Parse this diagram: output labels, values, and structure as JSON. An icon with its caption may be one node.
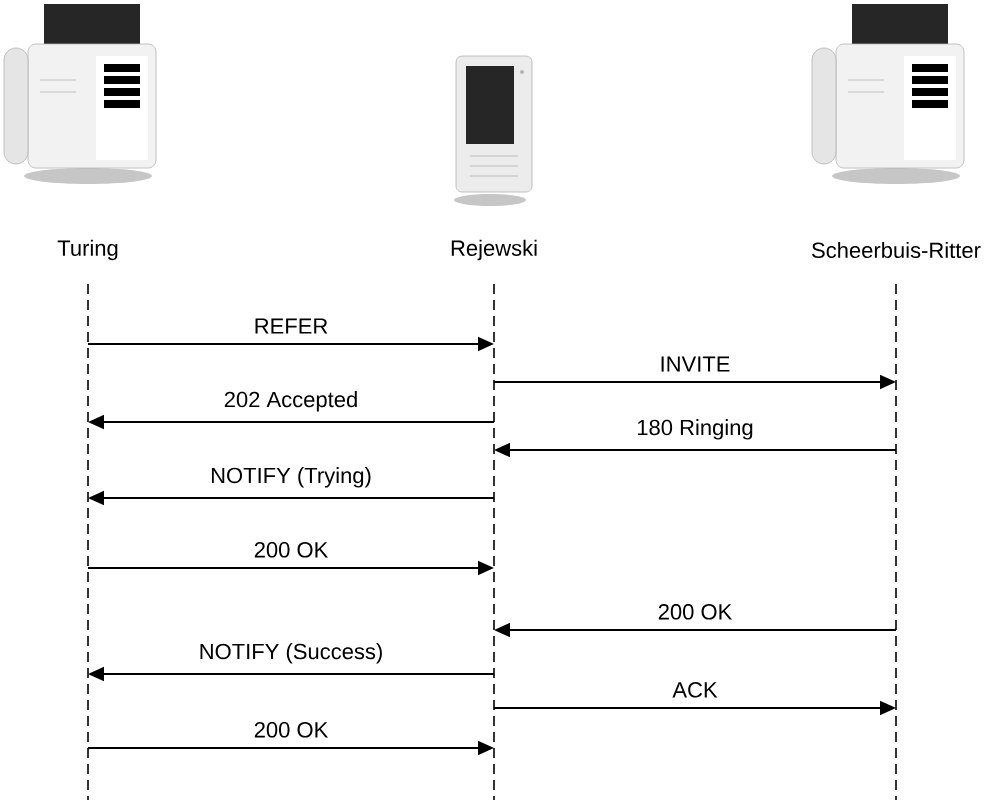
{
  "diagram": {
    "nodes": [
      {
        "text": [
          "Turing"
        ]
      },
      {
        "text": [
          "Rejewski"
        ]
      },
      {
        "text": [
          "Scheerbuis-Ritter"
        ]
      }
    ],
    "edges": [
      {
        "from": 0,
        "to": 1,
        "arrow": "to",
        "label": "REFER"
      },
      {
        "from": 1,
        "to": 2,
        "arrow": "to",
        "label": "INVITE"
      },
      {
        "from": 1,
        "to": 0,
        "arrow": "to",
        "label": "202 Accepted"
      },
      {
        "from": 2,
        "to": 1,
        "arrow": "to",
        "label": "180 Ringing"
      },
      {
        "from": 1,
        "to": 0,
        "arrow": "to",
        "label": "NOTIFY (Trying)"
      },
      {
        "from": 0,
        "to": 1,
        "arrow": "to",
        "label": "200 OK"
      },
      {
        "from": 2,
        "to": 1,
        "arrow": "to",
        "label": "200 OK"
      },
      {
        "from": 1,
        "to": 0,
        "arrow": "to",
        "label": "NOTIFY (Success)"
      },
      {
        "from": 1,
        "to": 2,
        "arrow": "to",
        "label": "ACK"
      },
      {
        "from": 0,
        "to": 1,
        "arrow": "to",
        "label": "200 OK"
      }
    ]
  }
}
